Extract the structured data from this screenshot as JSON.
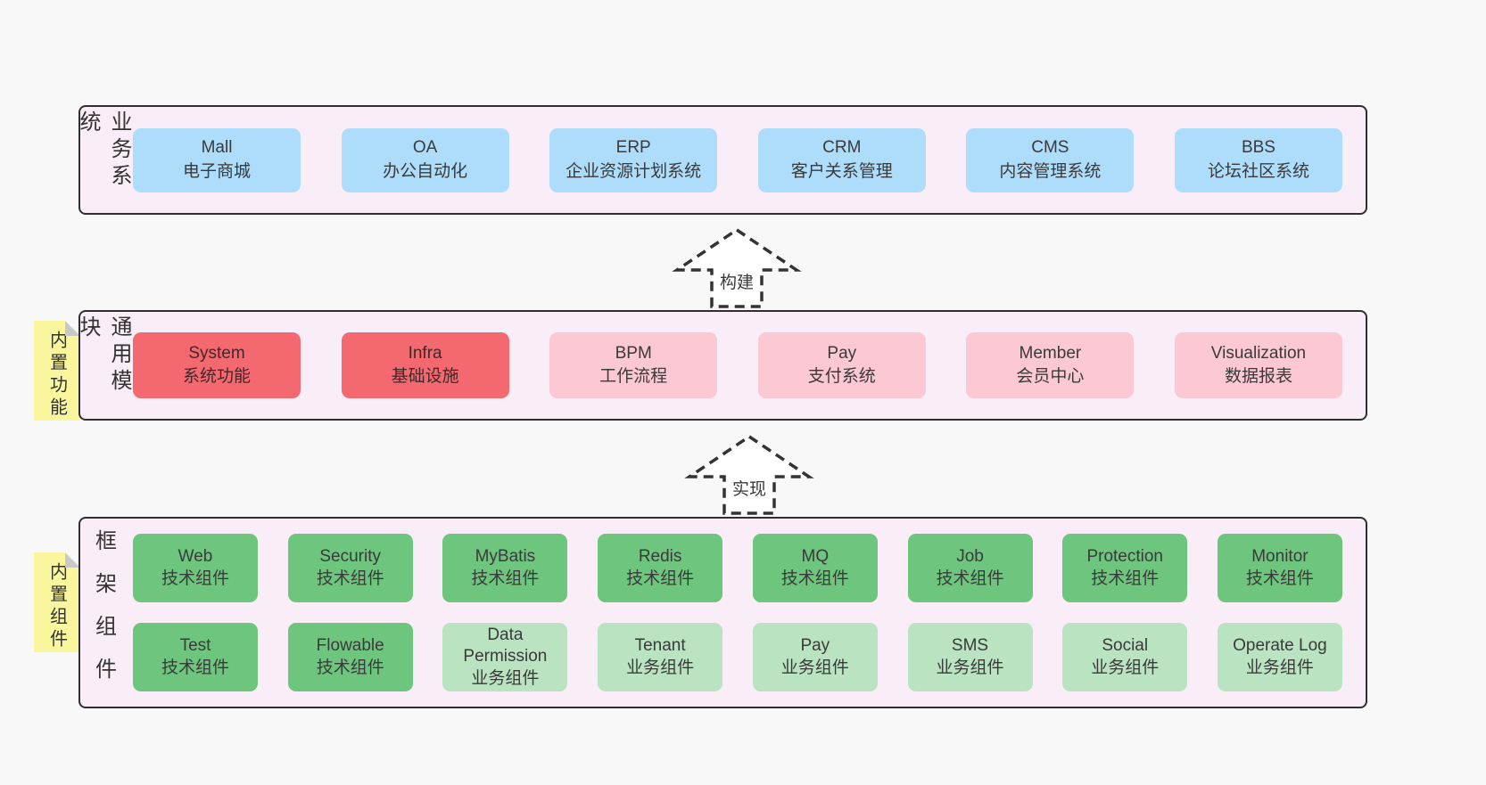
{
  "colors": {
    "page_bg": "#f8f8f8",
    "section_bg": "#f9edf7",
    "section_border": "#2f2f2f",
    "blue_box": "#aeddfb",
    "red_box": "#f4696f",
    "pink_box": "#fbc8d3",
    "green_box": "#6ec67e",
    "light_green_box": "#b9e3c1",
    "sticky_note": "#f9f69e",
    "sticky_fold": "#c9c9c9",
    "text": "#3a3a3a"
  },
  "arrows": {
    "build": "构建",
    "implement": "实现"
  },
  "sections": {
    "business": {
      "label": "业务系统",
      "boxes": [
        {
          "title": "Mall",
          "subtitle": "电子商城",
          "variant": "blue"
        },
        {
          "title": "OA",
          "subtitle": "办公自动化",
          "variant": "blue"
        },
        {
          "title": "ERP",
          "subtitle": "企业资源计划系统",
          "variant": "blue"
        },
        {
          "title": "CRM",
          "subtitle": "客户关系管理",
          "variant": "blue"
        },
        {
          "title": "CMS",
          "subtitle": "内容管理系统",
          "variant": "blue"
        },
        {
          "title": "BBS",
          "subtitle": "论坛社区系统",
          "variant": "blue"
        }
      ]
    },
    "modules": {
      "label": "通用模块",
      "sticky": "内置功能",
      "boxes": [
        {
          "title": "System",
          "subtitle": "系统功能",
          "variant": "red"
        },
        {
          "title": "Infra",
          "subtitle": "基础设施",
          "variant": "red"
        },
        {
          "title": "BPM",
          "subtitle": "工作流程",
          "variant": "pink"
        },
        {
          "title": "Pay",
          "subtitle": "支付系统",
          "variant": "pink"
        },
        {
          "title": "Member",
          "subtitle": "会员中心",
          "variant": "pink"
        },
        {
          "title": "Visualization",
          "subtitle": "数据报表",
          "variant": "pink"
        }
      ]
    },
    "framework": {
      "label": "框架组件",
      "sticky": "内置组件",
      "rows": [
        [
          {
            "title": "Web",
            "subtitle": "技术组件",
            "variant": "green"
          },
          {
            "title": "Security",
            "subtitle": "技术组件",
            "variant": "green"
          },
          {
            "title": "MyBatis",
            "subtitle": "技术组件",
            "variant": "green"
          },
          {
            "title": "Redis",
            "subtitle": "技术组件",
            "variant": "green"
          },
          {
            "title": "MQ",
            "subtitle": "技术组件",
            "variant": "green"
          },
          {
            "title": "Job",
            "subtitle": "技术组件",
            "variant": "green"
          },
          {
            "title": "Protection",
            "subtitle": "技术组件",
            "variant": "green"
          },
          {
            "title": "Monitor",
            "subtitle": "技术组件",
            "variant": "green"
          }
        ],
        [
          {
            "title": "Test",
            "subtitle": "技术组件",
            "variant": "green"
          },
          {
            "title": "Flowable",
            "subtitle": "技术组件",
            "variant": "green"
          },
          {
            "title": "Data Permission",
            "subtitle": "业务组件",
            "variant": "light-green"
          },
          {
            "title": "Tenant",
            "subtitle": "业务组件",
            "variant": "light-green"
          },
          {
            "title": "Pay",
            "subtitle": "业务组件",
            "variant": "light-green"
          },
          {
            "title": "SMS",
            "subtitle": "业务组件",
            "variant": "light-green"
          },
          {
            "title": "Social",
            "subtitle": "业务组件",
            "variant": "light-green"
          },
          {
            "title": "Operate Log",
            "subtitle": "业务组件",
            "variant": "light-green"
          }
        ]
      ]
    }
  }
}
